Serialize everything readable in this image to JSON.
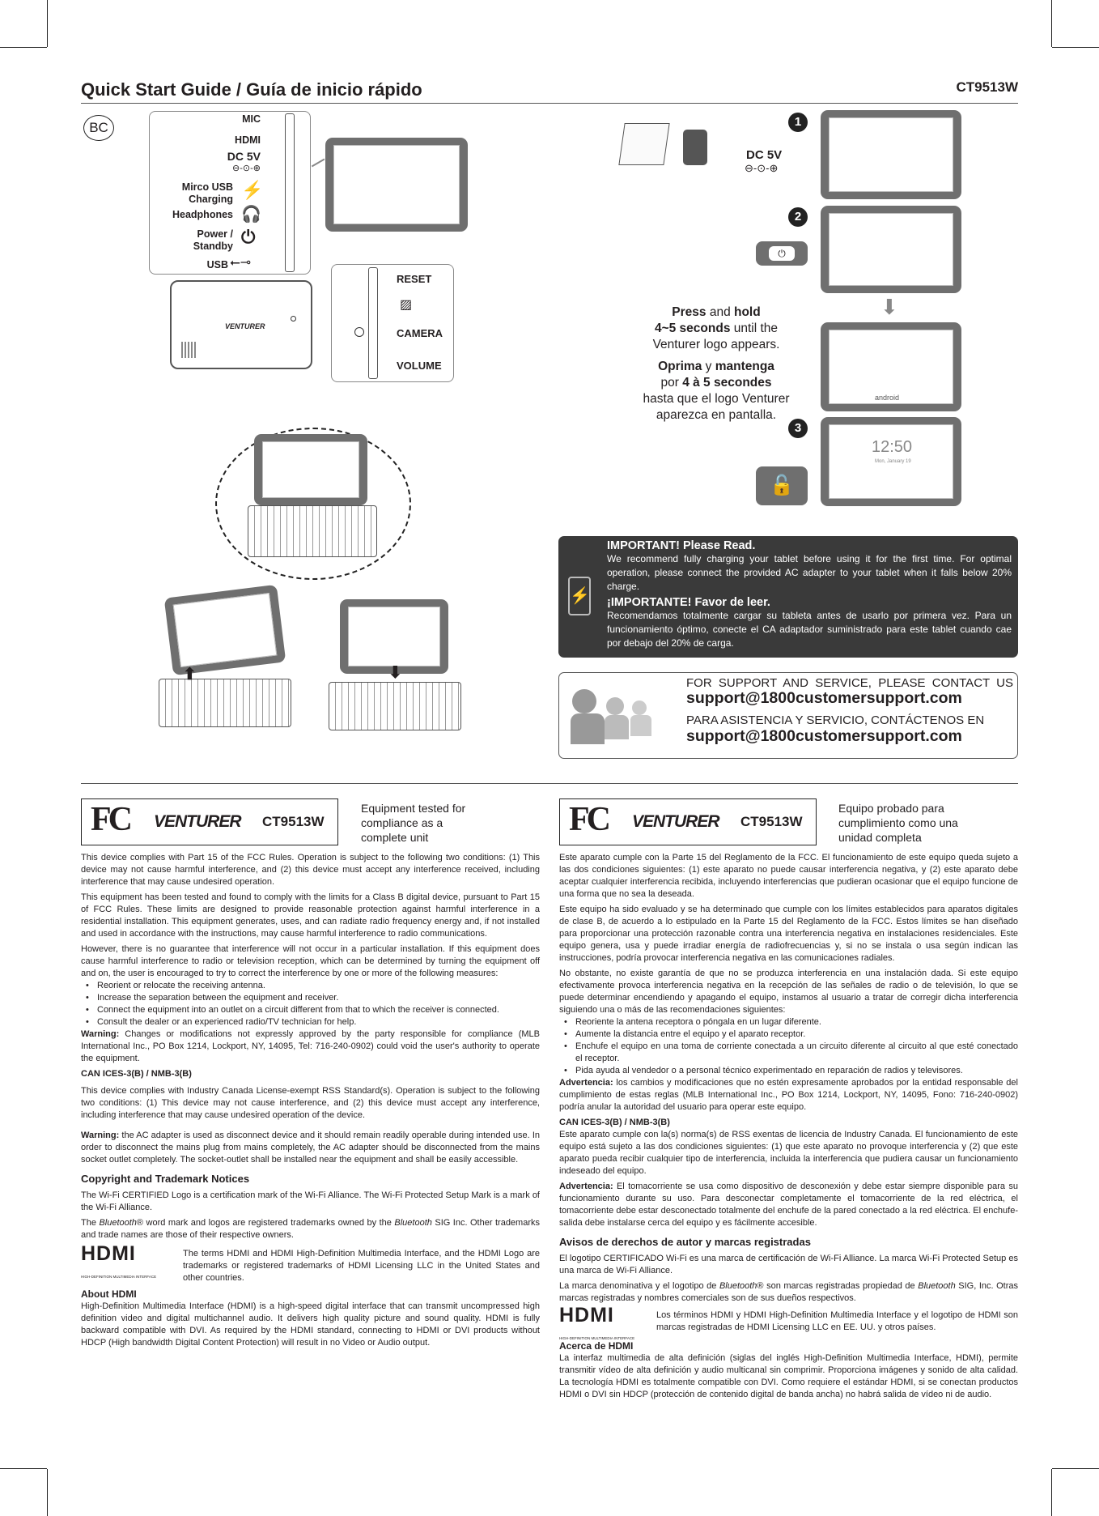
{
  "header": {
    "title": "Quick Start Guide / Guía de inicio rápido",
    "model": "CT9513W",
    "bc_mark": "BC"
  },
  "ports": {
    "mic": "MIC",
    "hdmi": "HDMI",
    "dc": "DC 5V",
    "dc_symbol": "⊖-⊙-⊕",
    "usb_charging": "Mirco USB\nCharging",
    "headphones": "Headphones",
    "power": "Power /\nStandby",
    "usb": "USB",
    "reset": "RESET",
    "camera": "CAMERA",
    "volume": "VOLUME",
    "brand_on_tablet": "VENTURER"
  },
  "steps": {
    "step1": "1",
    "step2": "2",
    "step3": "3",
    "adapter_label": "DC 5V",
    "adapter_symbol": "⊖-⊙-⊕",
    "clock": "12:50",
    "clock_date": "Mon, January 19",
    "boot_logo": "android",
    "press_en_1": "Press",
    "press_en_2": " and ",
    "press_en_3": "hold",
    "press_en_4": "4~5 seconds",
    "press_en_5": " until the Venturer logo appears.",
    "press_es_1": "Oprima",
    "press_es_2": " y ",
    "press_es_3": "mantenga",
    "press_es_4": "por ",
    "press_es_5": "4 à 5 secondes",
    "press_es_6": "hasta que el logo Venturer aparezca en pantalla."
  },
  "important": {
    "heading_en": "IMPORTANT!  Please Read.",
    "body_en": "We recommend fully charging your tablet before using it for the first time. For optimal operation, please connect the provided AC adapter to your tablet when it falls below 20% charge.",
    "heading_es": "¡IMPORTANTE! Favor de leer.",
    "body_es": "Recomendamos totalmente cargar su tableta antes de usarlo por primera vez. Para un funcionamiento  óptimo, conecte el CA adaptador suministrado para este tablet cuando cae por debajo del 20% de carga."
  },
  "support": {
    "en_line": "FOR SUPPORT AND SERVICE,  PLEASE CONTACT US",
    "email": "support@1800customersupport.com",
    "es_line": "PARA ASISTENCIA Y SERVICIO, CONTÁCTENOS EN",
    "email_es": "support@1800customersupport.com"
  },
  "compliance_en": {
    "fc": "FC",
    "brand": "VENTURER",
    "model": "CT9513W",
    "tested": "Equipment tested for compliance as a complete unit",
    "p1": "This device complies with Part 15 of the FCC Rules. Operation is subject to the following two conditions: (1) This device may not cause harmful interference, and (2) this device must accept any interference received, including interference that may cause undesired operation.",
    "p2": "This equipment has been tested and found to comply with the limits for a Class B digital device, pursuant to Part 15 of FCC Rules. These limits are designed to provide reasonable protection against harmful interference in a residential installation. This equipment generates, uses, and can radiate radio frequency energy and, if not installed and used in accordance with the instructions, may cause harmful interference to radio communications.",
    "p3": "However, there is no guarantee that interference will not occur in a particular installation. If this equipment does cause harmful interference to radio or television reception, which can be determined by turning the equipment off and on, the user is encouraged to try to correct the interference by one or more of the following measures:",
    "bullets": [
      "Reorient or relocate the receiving antenna.",
      "Increase the separation between the equipment and receiver.",
      "Connect the equipment into an outlet on a circuit different from that to which the receiver is connected.",
      "Consult the dealer or an experienced radio/TV technician for help."
    ],
    "warning_label": "Warning:",
    "warning": " Changes or modifications not expressly approved by the party responsible for compliance (MLB International Inc., PO Box 1214, Lockport, NY, 14095,  Tel: 716-240-0902) could void the user's authority to operate the equipment.",
    "can": "CAN ICES-3(B) / NMB-3(B)",
    "p_ic": "This device complies with Industry Canada License-exempt RSS Standard(s). Operation is subject to the following two conditions: (1) This device may not cause interference, and (2) this device must accept any interference, including interference that may cause undesired operation of the device.",
    "warning2_label": "Warning:",
    "warning2": " the AC adapter is used as disconnect device and it should remain readily operable during intended use. In order to disconnect the mains plug from mains completely, the AC adapter should be disconnected from the mains socket outlet completely. The socket-outlet shall be installed near the equipment and shall be easily accessible.",
    "copyright_h": "Copyright and Trademark Notices",
    "wifi": "The Wi-Fi CERTIFIED Logo is a certification mark of the Wi-Fi Alliance. The Wi-Fi Protected Setup Mark is a mark of the Wi-Fi Alliance.",
    "bt_1": "The ",
    "bt_2": "Bluetooth",
    "bt_3": "® word mark and logos are registered trademarks owned by the ",
    "bt_4": "Bluetooth",
    "bt_5": " SIG Inc. Other trademarks and trade names are those of their respective owners.",
    "hdmi_logo": "HDMI",
    "hdmi_tag": "HIGH-DEFINITION MULTIMEDIA INTERFACE",
    "hdmi_text": "The terms HDMI and HDMI High-Definition Multimedia Interface, and the HDMI Logo are trademarks or registered trademarks of HDMI Licensing LLC in the United States and other countries.",
    "about_h": "About HDMI",
    "about": "High-Definition Multimedia Interface (HDMI) is a high-speed digital interface that can transmit uncompressed high definition video and digital multichannel audio. It delivers high quality picture and sound quality. HDMI is fully backward compatible with DVI. As required by the HDMI standard, connecting to HDMI or DVI products without HDCP (High bandwidth Digital Content Protection) will result in no Video or Audio output."
  },
  "compliance_es": {
    "fc": "FC",
    "brand": "VENTURER",
    "model": "CT9513W",
    "tested": "Equipo probado para cumplimiento como una unidad completa",
    "p1": "Este aparato cumple con la Parte 15 del Reglamento de la FCC. El funcionamiento de este equipo queda sujeto a las dos condiciones siguientes: (1) este aparato no puede causar interferencia negativa, y (2) este aparato debe aceptar cualquier interferencia recibida, incluyendo interferencias que pudieran ocasionar que el equipo funcione de una forma que no sea la deseada.",
    "p2": "Este equipo ha sido evaluado y se ha determinado que cumple con los límites establecidos para aparatos digitales de clase B, de acuerdo a lo estipulado en la Parte 15 del Reglamento de la FCC. Estos límites se han diseñado para proporcionar una protección razonable contra una interferencia negativa en instalaciones residenciales. Este equipo genera, usa y puede irradiar energía de radiofrecuencias y, si no se instala o usa según indican las instrucciones, podría provocar interferencia negativa en las comunicaciones radiales.",
    "p3": "No obstante, no existe garantía de que no se produzca interferencia en una instalación dada. Si este equipo efectivamente provoca interferencia negativa en la recepción de las señales de radio o de televisión, lo que se puede determinar encendiendo y apagando el equipo, instamos al usuario a tratar de corregir dicha interferencia siguiendo una o más de las recomendaciones siguientes:",
    "bullets": [
      "Reoriente la antena receptora o póngala en un lugar diferente.",
      "Aumente la distancia entre el equipo y el aparato receptor.",
      "Enchufe el equipo en una toma de corriente conectada a un circuito diferente al circuito al que esté conectado el receptor.",
      "Pida ayuda al vendedor o a personal técnico experimentado en reparación de radios y televisores."
    ],
    "warning_label": "Advertencia:",
    "warning": " los cambios y modificaciones que no estén expresamente aprobados por la entidad responsable del cumplimiento de estas reglas (MLB International Inc., PO Box 1214, Lockport, NY, 14095, Fono: 716-240-0902) podría anular la autoridad del usuario para operar este equipo.",
    "can": "CAN ICES-3(B) / NMB-3(B)",
    "p_ic": "Este aparato cumple con la(s) norma(s) de RSS exentas de licencia de Industry Canada. El funcionamiento de este equipo está sujeto a las dos condiciones siguientes: (1) que este aparato no provoque interferencia y (2) que este aparato pueda recibir cualquier tipo de interferencia, incluida la interferencia que pudiera causar un funcionamiento indeseado del equipo.",
    "warning2_label": "Advertencia:",
    "warning2": " El tomacorriente se usa como dispositivo de desconexión y debe estar siempre disponible para su funcionamiento durante su uso. Para desconectar completamente el tomacorriente de la red eléctrica, el tomacorriente debe estar desconectado totalmente del enchufe de la pared conectado a la red eléctrica. El enchufe-salida debe instalarse cerca del equipo y es fácilmente accesible.",
    "copyright_h": "Avisos de derechos de autor y marcas registradas",
    "wifi": "El logotipo CERTIFICADO Wi-Fi es una marca de certificación de Wi-Fi Alliance. La marca Wi-Fi Protected Setup es una marca de Wi-Fi Alliance.",
    "bt_1": "La marca denominativa y el logotipo de ",
    "bt_2": "Bluetooth",
    "bt_3": "® son marcas registradas propiedad de ",
    "bt_4": "Bluetooth",
    "bt_5": " SIG, Inc. Otras marcas registradas y nombres comerciales son de sus dueños respectivos.",
    "hdmi_logo": "HDMI",
    "hdmi_tag": "HIGH-DEFINITION MULTIMEDIA INTERFACE",
    "hdmi_text": "Los términos HDMI y HDMI High-Definition Multimedia Interface y el logotipo de HDMI son marcas registradas de HDMI Licensing LLC en EE. UU. y otros países.",
    "about_h": "Acerca de HDMI",
    "about": "La interfaz multimedia de alta definición (siglas del inglés High-Definition Multimedia Interface, HDMI), permite transmitir vídeo de alta definición y audio multicanal sin comprimir. Proporciona imágenes y sonido de alta calidad. La tecnología HDMI es totalmente compatible con DVI. Como requiere el estándar HDMI, si se conectan productos HDMI o DVI sin HDCP (protección de contenido digital de banda ancha) no habrá salida de vídeo ni de audio."
  }
}
